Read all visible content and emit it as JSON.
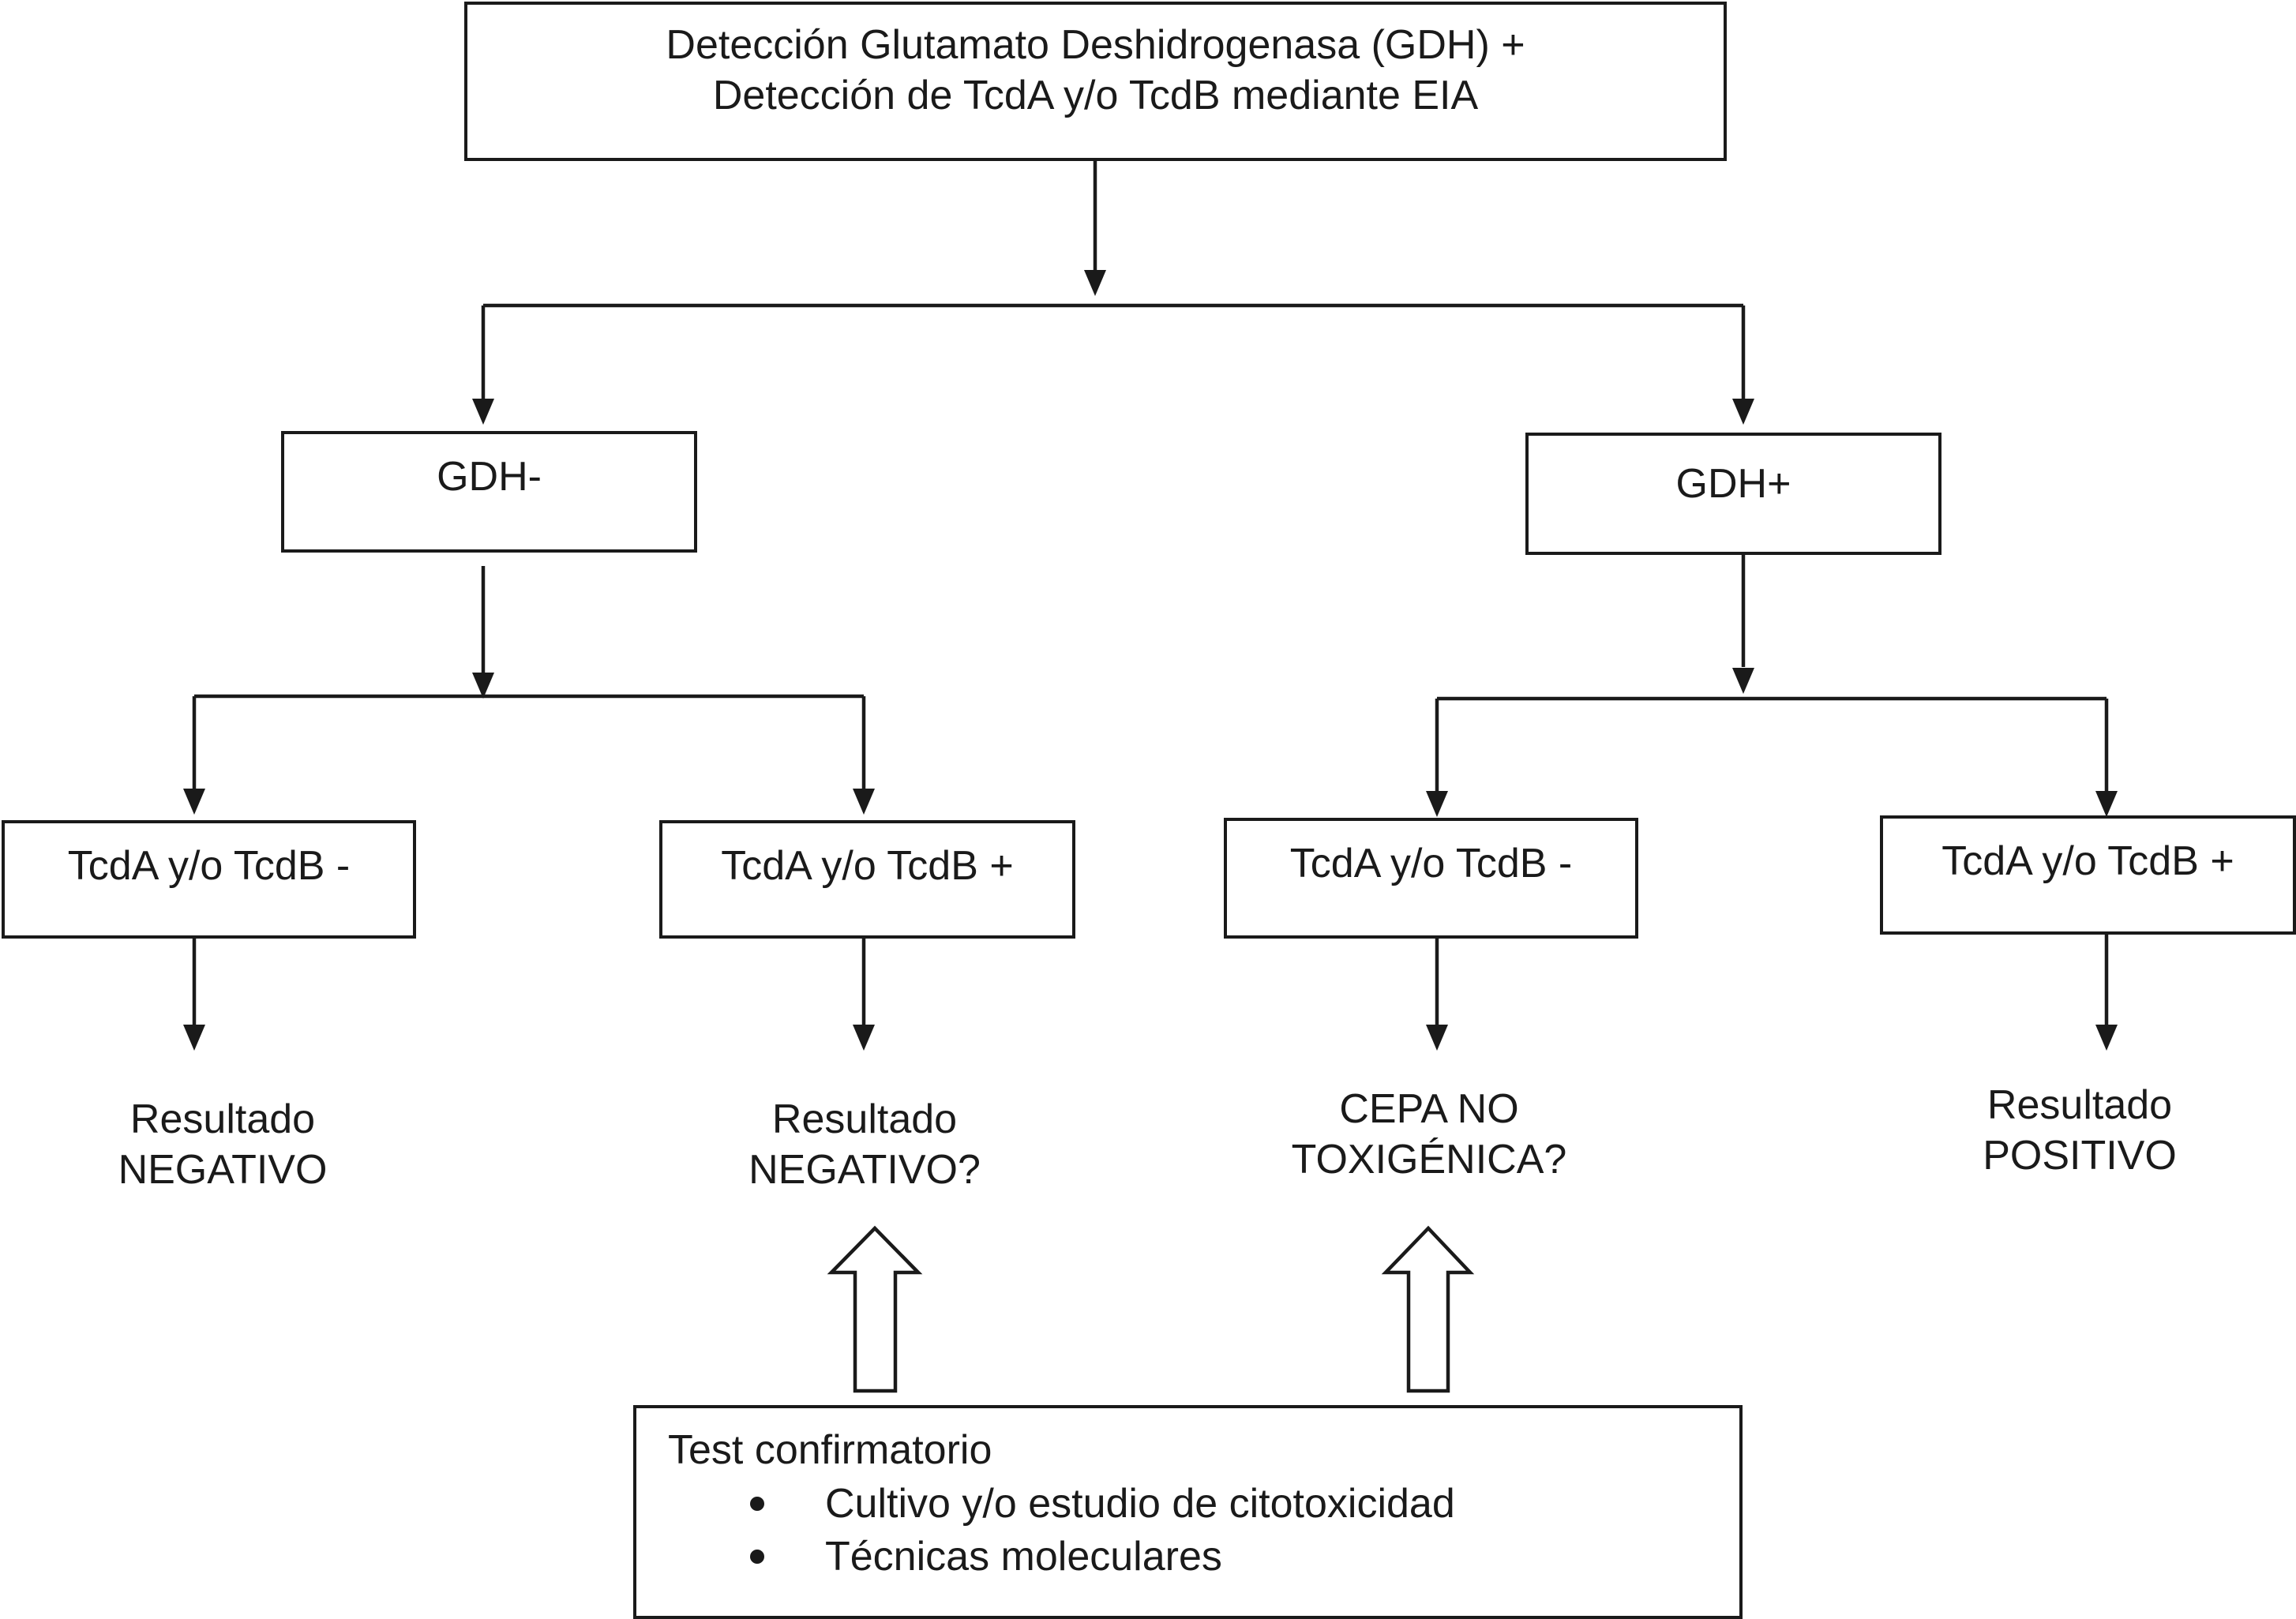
{
  "top": {
    "line1": "Detección Glutamato Deshidrogenasa (GDH) +",
    "line2": "Detección de TcdA y/o TcdB mediante EIA"
  },
  "gdh_neg": {
    "label": "GDH-"
  },
  "gdh_pos": {
    "label": "GDH+"
  },
  "toxin_boxes": [
    {
      "label": "TcdA y/o TcdB -"
    },
    {
      "label": "TcdA y/o TcdB +"
    },
    {
      "label": "TcdA y/o TcdB -"
    },
    {
      "label": "TcdA y/o TcdB +"
    }
  ],
  "results": [
    {
      "line1": "Resultado",
      "line2": "NEGATIVO"
    },
    {
      "line1": "Resultado",
      "line2": "NEGATIVO?"
    },
    {
      "line1": "CEPA NO",
      "line2": "TOXIGÉNICA?"
    },
    {
      "line1": "Resultado",
      "line2": "POSITIVO"
    }
  ],
  "confirm": {
    "title": "Test confirmatorio",
    "items": [
      "Cultivo y/o estudio de citotoxicidad",
      "Técnicas moleculares"
    ]
  },
  "colors": {
    "line": "#1a1a1a",
    "background": "#ffffff"
  }
}
